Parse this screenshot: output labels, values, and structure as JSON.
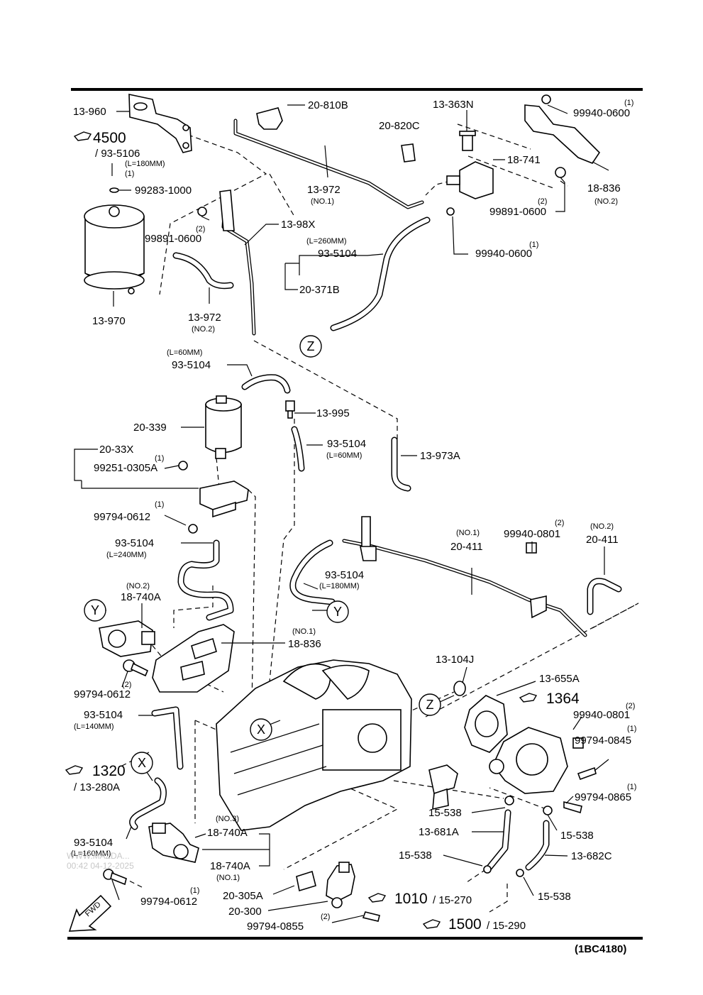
{
  "diagram_code": "(1BC4180)",
  "watermark": {
    "line1": "WWW.MAZDA...",
    "line2": "00:42 04-12-2025"
  },
  "labels": {
    "p13_960": "13-960",
    "p20_810b": "20-810B",
    "p13_363n": "13-363N",
    "p99940_0600_a": "99940-0600",
    "p99940_0600_a_qty": "(1)",
    "p20_820c": "20-820C",
    "p18_741": "18-741",
    "p18_836_no2": "18-836",
    "p18_836_no2_sub": "(NO.2)",
    "p99891_0600_r": "99891-0600",
    "p99891_0600_r_qty": "(2)",
    "p13_972_no1": "13-972",
    "p13_972_no1_sub": "(NO.1)",
    "p99283_1000": "99283-1000",
    "p99283_1000_qty": "(1)",
    "p93_5106": "/ 93-5106",
    "p93_5106_sub": "(L=180MM)",
    "p99891_0600_l": "99891-0600",
    "p99891_0600_l_qty": "(2)",
    "p13_98x": "13-98X",
    "p93_5104_260_sub": "(L=260MM)",
    "p93_5104_260": "93-5104",
    "p20_371b": "20-371B",
    "p99940_0600_b": "99940-0600",
    "p99940_0600_b_qty": "(1)",
    "p13_970": "13-970",
    "p13_972_no2": "13-972",
    "p13_972_no2_sub": "(NO.2)",
    "p93_5104_60a_sub": "(L=60MM)",
    "p93_5104_60a": "93-5104",
    "p13_995": "13-995",
    "p20_339": "20-339",
    "p93_5104_60b": "93-5104",
    "p93_5104_60b_sub": "(L=60MM)",
    "p13_973a": "13-973A",
    "p20_33x": "20-33X",
    "p99251_0305a": "99251-0305A",
    "p99251_0305a_qty": "(1)",
    "p99794_0612_a": "99794-0612",
    "p99794_0612_a_qty": "(1)",
    "p93_5104_240": "93-5104",
    "p93_5104_240_sub": "(L=240MM)",
    "p20_411_no1_sub": "(NO.1)",
    "p20_411_no1": "20-411",
    "p99940_0801_a": "99940-0801",
    "p99940_0801_a_qty": "(2)",
    "p20_411_no2_sub": "(NO.2)",
    "p20_411_no2": "20-411",
    "p93_5104_180": "93-5104",
    "p93_5104_180_sub": "(L=180MM)",
    "p18_740a_no2_sub": "(NO.2)",
    "p18_740a_no2": "18-740A",
    "p18_836_no1_sub": "(NO.1)",
    "p18_836_no1": "18-836",
    "p99794_0612_b": "99794-0612",
    "p99794_0612_b_qty": "(2)",
    "p13_104j": "13-104J",
    "p13_655a": "13-655A",
    "p99940_0801_b": "99940-0801",
    "p99940_0801_b_qty": "(2)",
    "p99794_0845": "99794-0845",
    "p99794_0845_qty": "(1)",
    "p99794_0865": "99794-0865",
    "p99794_0865_qty": "(1)",
    "p93_5104_140": "93-5104",
    "p93_5104_140_sub": "(L=140MM)",
    "p13_280a": "/ 13-280A",
    "p15_538_a": "15-538",
    "p15_538_b": "15-538",
    "p13_681a": "13-681A",
    "p15_538_c": "15-538",
    "p13_682c": "13-682C",
    "p15_538_d": "15-538",
    "p93_5104_160": "93-5104",
    "p93_5104_160_sub": "(L=160MM)",
    "p18_740a_no3_sub": "(NO.3)",
    "p18_740a_no3": "18-740A",
    "p18_740a_no1": "18-740A",
    "p18_740a_no1_sub": "(NO.1)",
    "p99794_0612_c": "99794-0612",
    "p99794_0612_c_qty": "(1)",
    "p20_305a": "20-305A",
    "p20_300": "20-300",
    "p99794_0855": "99794-0855",
    "p99794_0855_qty": "(2)",
    "p15_270": "/ 15-270",
    "p15_290": "/ 15-290",
    "fwd": "FWD"
  },
  "refs": {
    "r4500": "4500",
    "r1364": "1364",
    "r1320": "1320",
    "r1010": "1010",
    "r1500": "1500"
  },
  "callouts": {
    "x": "X",
    "y": "Y",
    "z": "Z"
  }
}
